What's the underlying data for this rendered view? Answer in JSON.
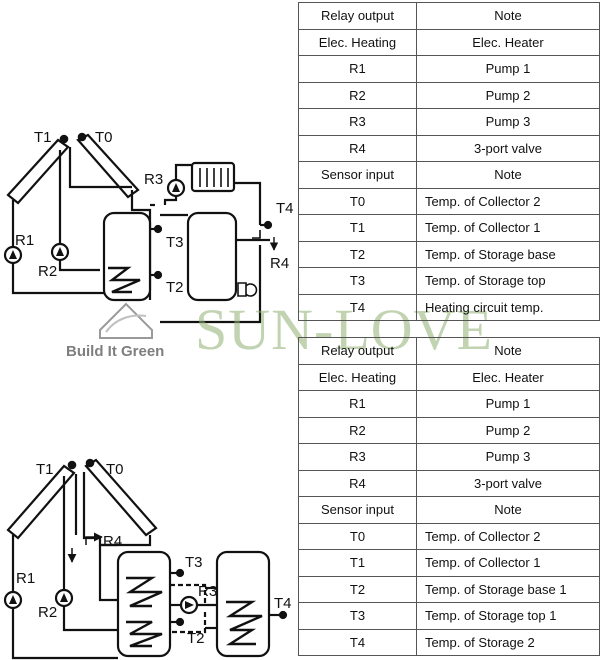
{
  "diagram_top": {
    "labels": {
      "t1": "T1",
      "t0": "T0",
      "r3": "R3",
      "r1": "R1",
      "r2": "R2",
      "t3": "T3",
      "t2": "T2",
      "t4": "T4",
      "r4": "R4"
    }
  },
  "diagram_bottom": {
    "labels": {
      "t1": "T1",
      "t0": "T0",
      "r4": "R4",
      "r1": "R1",
      "r2": "R2",
      "t3": "T3",
      "r3": "R3",
      "t2": "T2",
      "t4": "T4"
    }
  },
  "logo": {
    "text": "Build It Green"
  },
  "watermark": {
    "text": "SUN-LOVE"
  },
  "table_top": {
    "header": [
      "Relay output",
      "Note"
    ],
    "relays": [
      [
        "Elec. Heating",
        "Elec. Heater"
      ],
      [
        "R1",
        "Pump 1"
      ],
      [
        "R2",
        "Pump 2"
      ],
      [
        "R3",
        "Pump 3"
      ],
      [
        "R4",
        "3-port valve"
      ]
    ],
    "sensor_header": [
      "Sensor input",
      "Note"
    ],
    "sensors": [
      [
        "T0",
        "Temp. of Collector 2"
      ],
      [
        "T1",
        "Temp. of Collector 1"
      ],
      [
        "T2",
        "Temp. of Storage base"
      ],
      [
        "T3",
        "Temp. of Storage top"
      ],
      [
        "T4",
        "Heating circuit temp."
      ]
    ]
  },
  "table_bottom": {
    "header": [
      "Relay output",
      "Note"
    ],
    "relays": [
      [
        "Elec. Heating",
        "Elec. Heater"
      ],
      [
        "R1",
        "Pump 1"
      ],
      [
        "R2",
        "Pump 2"
      ],
      [
        "R3",
        "Pump 3"
      ],
      [
        "R4",
        "3-port valve"
      ]
    ],
    "sensor_header": [
      "Sensor input",
      "Note"
    ],
    "sensors": [
      [
        "T0",
        "Temp. of Collector 2"
      ],
      [
        "T1",
        "Temp. of Collector 1"
      ],
      [
        "T2",
        "Temp. of Storage base 1"
      ],
      [
        "T3",
        "Temp. of Storage top 1"
      ],
      [
        "T4",
        "Temp. of Storage 2"
      ]
    ]
  }
}
